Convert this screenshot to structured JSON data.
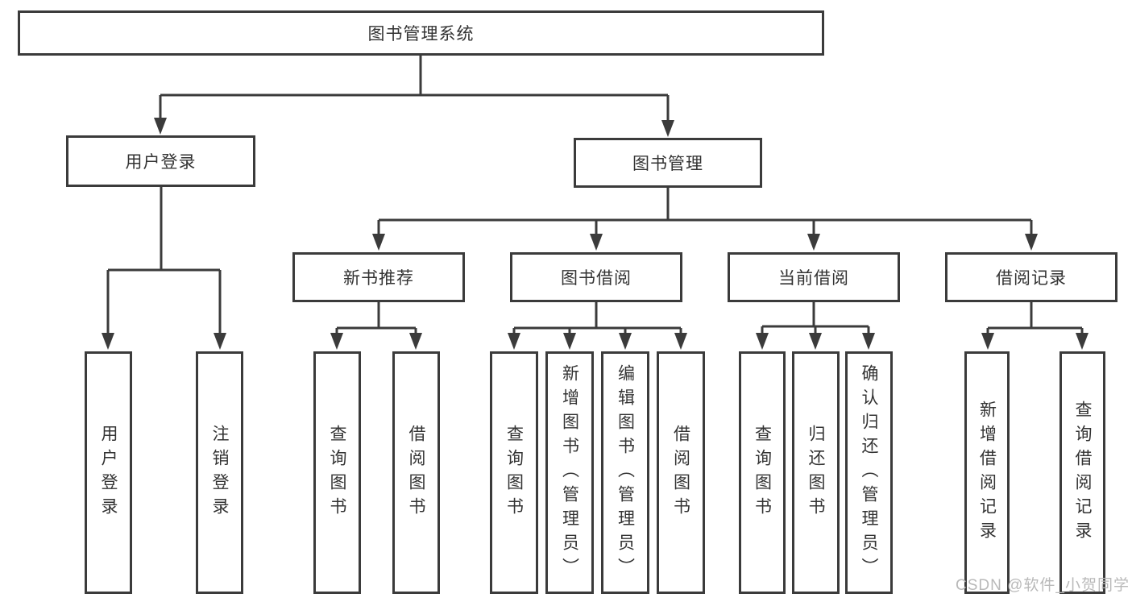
{
  "diagram_title": "图书管理系统",
  "tree": {
    "label": "图书管理系统",
    "children": [
      {
        "label": "用户登录",
        "children": [
          {
            "label": "用户登录"
          },
          {
            "label": "注销登录"
          }
        ]
      },
      {
        "label": "图书管理",
        "children": [
          {
            "label": "新书推荐",
            "children": [
              {
                "label": "查询图书"
              },
              {
                "label": "借阅图书"
              }
            ]
          },
          {
            "label": "图书借阅",
            "children": [
              {
                "label": "查询图书"
              },
              {
                "label": "新增图书（管理员）"
              },
              {
                "label": "编辑图书（管理员）"
              },
              {
                "label": "借阅图书"
              }
            ]
          },
          {
            "label": "当前借阅",
            "children": [
              {
                "label": "查询图书"
              },
              {
                "label": "归还图书"
              },
              {
                "label": "确认归还（管理员）"
              }
            ]
          },
          {
            "label": "借阅记录",
            "children": [
              {
                "label": "新增借阅记录"
              },
              {
                "label": "查询借阅记录"
              }
            ]
          }
        ]
      }
    ]
  },
  "watermark": {
    "text": "CSDN @软件_小贺同学",
    "color": "#b9b9b9"
  },
  "colors": {
    "line": "#3b3b3b",
    "text": "#333333",
    "background": "#ffffff"
  }
}
